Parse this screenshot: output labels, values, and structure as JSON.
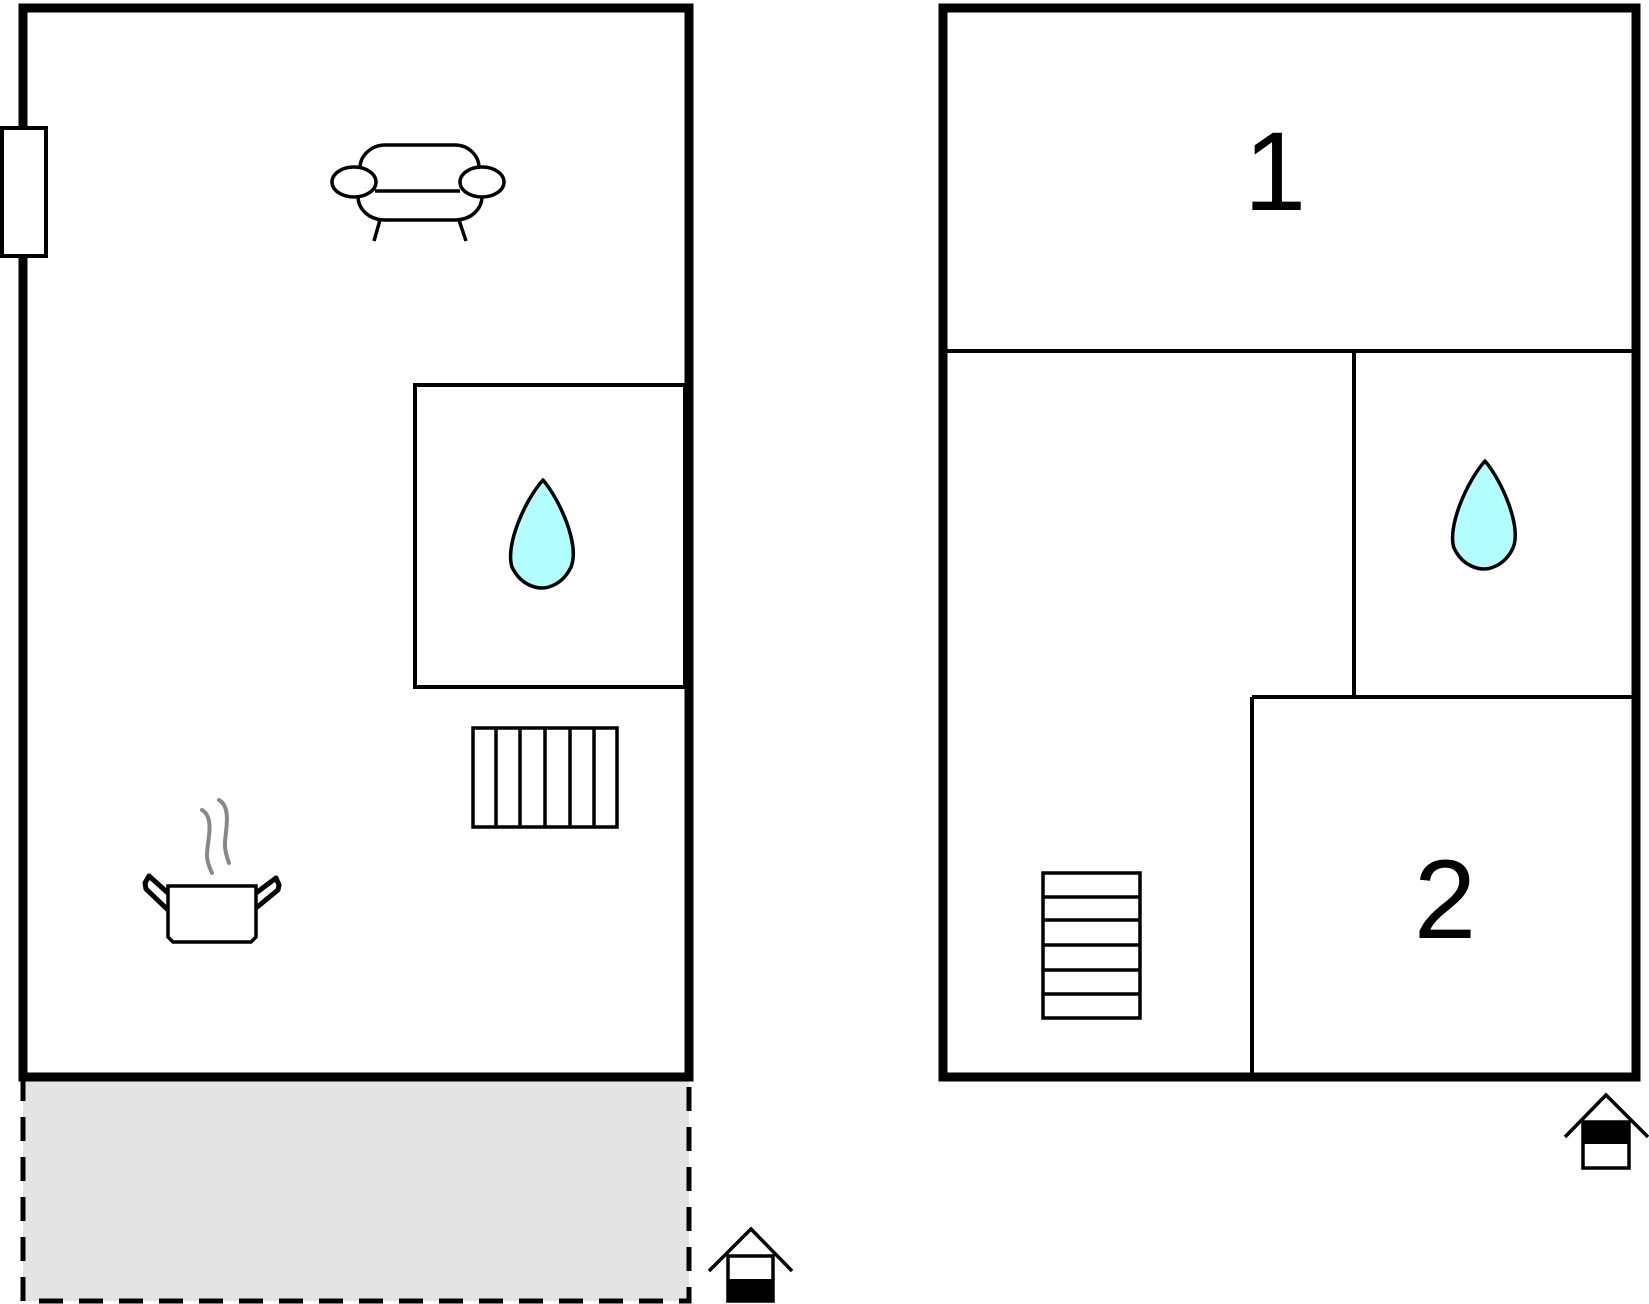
{
  "floors": [
    {
      "id": "ground-floor",
      "rooms": [
        {
          "name": "living-area",
          "icon": "sofa-icon"
        },
        {
          "name": "bathroom",
          "icon": "water-drop-icon"
        },
        {
          "name": "kitchen",
          "icon": "cooking-pot-icon"
        }
      ],
      "features": [
        "stairs-icon",
        "window",
        "terrace",
        "entrance-icon"
      ]
    },
    {
      "id": "upper-floor",
      "rooms": [
        {
          "name": "bedroom",
          "label": "1"
        },
        {
          "name": "bathroom",
          "icon": "water-drop-icon"
        },
        {
          "name": "bedroom",
          "label": "2"
        }
      ],
      "features": [
        "stairs-icon",
        "entrance-icon"
      ]
    }
  ],
  "colors": {
    "wall": "#000000",
    "water": "#b3ffff",
    "terrace": "#e4e4e4",
    "steam": "#888888",
    "background": "#ffffff"
  }
}
